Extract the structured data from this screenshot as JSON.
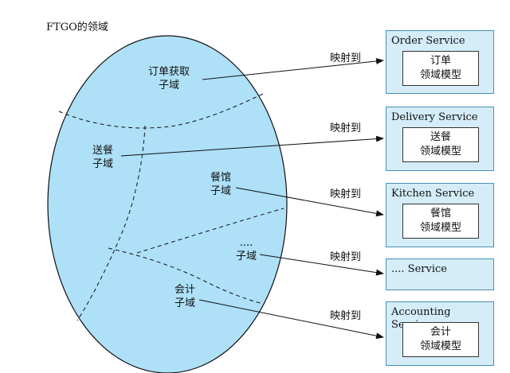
{
  "title": "FTGO的领域",
  "subdomains": [
    {
      "line1": "订单获取",
      "line2": "子域"
    },
    {
      "line1": "送餐",
      "line2": "子域"
    },
    {
      "line1": "餐馆",
      "line2": "子域"
    },
    {
      "line1": "....",
      "line2": "子域"
    },
    {
      "line1": "会计",
      "line2": "子域"
    }
  ],
  "mapping_label": "映射到",
  "services": [
    {
      "name": "Order Service",
      "model_line1": "订单",
      "model_line2": "领域模型"
    },
    {
      "name": "Delivery Service",
      "model_line1": "送餐",
      "model_line2": "领域模型"
    },
    {
      "name": "Kitchen Service",
      "model_line1": "餐馆",
      "model_line2": "领域模型"
    },
    {
      "name": ".... Service"
    },
    {
      "name": "Accounting Service",
      "model_line1": "会计",
      "model_line2": "领域模型"
    }
  ],
  "colors": {
    "domain_fill": "#aee0f7",
    "service_fill": "#d4edf9",
    "border": "#4a8fb5"
  }
}
